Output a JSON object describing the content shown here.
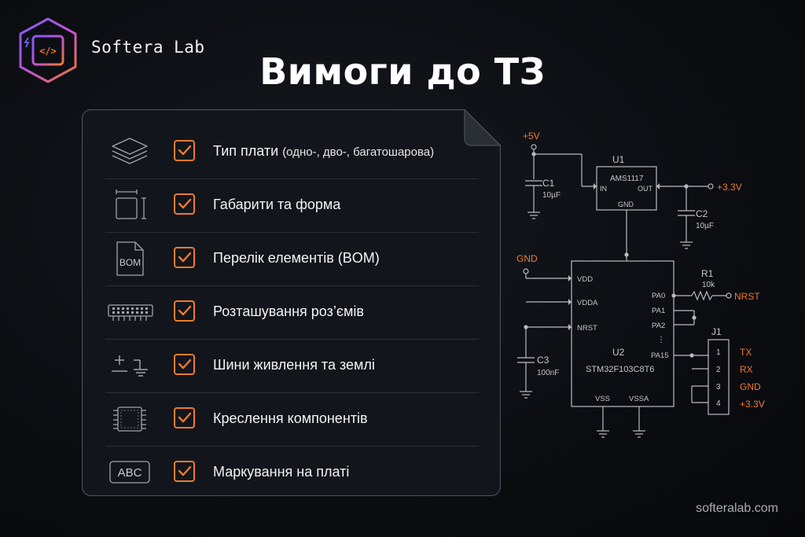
{
  "brand": {
    "name": "Softera Lab",
    "logo_icon": "chip-code-icon",
    "accent_colors": [
      "#8a5cf6",
      "#e0559a",
      "#f07a2a"
    ]
  },
  "title": "Вимоги до ТЗ",
  "checklist": {
    "check_color": "#f07a2a",
    "items": [
      {
        "label": "Тип плати",
        "sub": "(одно-, дво-, багатошарова)",
        "icon": "layers-icon"
      },
      {
        "label": "Габарити та форма",
        "sub": "",
        "icon": "dimensions-icon"
      },
      {
        "label": "Перелік елементів (BOM)",
        "sub": "",
        "icon": "bom-file-icon",
        "icon_text": "BOM"
      },
      {
        "label": "Розташування роз’ємів",
        "sub": "",
        "icon": "connector-icon"
      },
      {
        "label": "Шини живлення та землі",
        "sub": "",
        "icon": "power-ground-icon"
      },
      {
        "label": "Креслення компонентів",
        "sub": "",
        "icon": "chip-footprint-icon"
      },
      {
        "label": "Маркування на платі",
        "sub": "",
        "icon": "abc-label-icon",
        "icon_text": "ABC"
      }
    ]
  },
  "schematic": {
    "net_color": "#f07a2a",
    "plus5v": "+5V",
    "gnd": "GND",
    "plus3v3": "+3.3V",
    "c1": {
      "ref": "C1",
      "value": "10µF"
    },
    "u1": {
      "ref": "U1",
      "part": "AMS1117",
      "in": "IN",
      "out": "OUT",
      "gnd": "GND"
    },
    "c2": {
      "ref": "C2",
      "value": "10µF"
    },
    "r1": {
      "ref": "R1",
      "value": "10k"
    },
    "nrst": "NRST",
    "u2": {
      "ref": "U2",
      "part": "STM32F103C8T6",
      "left_pins": [
        "VDD",
        "VDDA",
        "NRST"
      ],
      "right_pins": [
        "PA0",
        "PA1",
        "PA2",
        "⋮",
        "PA15"
      ],
      "bottom_pins": [
        "VSS",
        "VSSA"
      ]
    },
    "c3": {
      "ref": "C3",
      "value": "100nF"
    },
    "j1": {
      "ref": "J1",
      "pins": [
        {
          "num": "1",
          "label": "TX"
        },
        {
          "num": "2",
          "label": "RX"
        },
        {
          "num": "3",
          "label": "GND"
        },
        {
          "num": "4",
          "label": "+3.3V"
        }
      ]
    }
  },
  "website": "softeralab.com"
}
